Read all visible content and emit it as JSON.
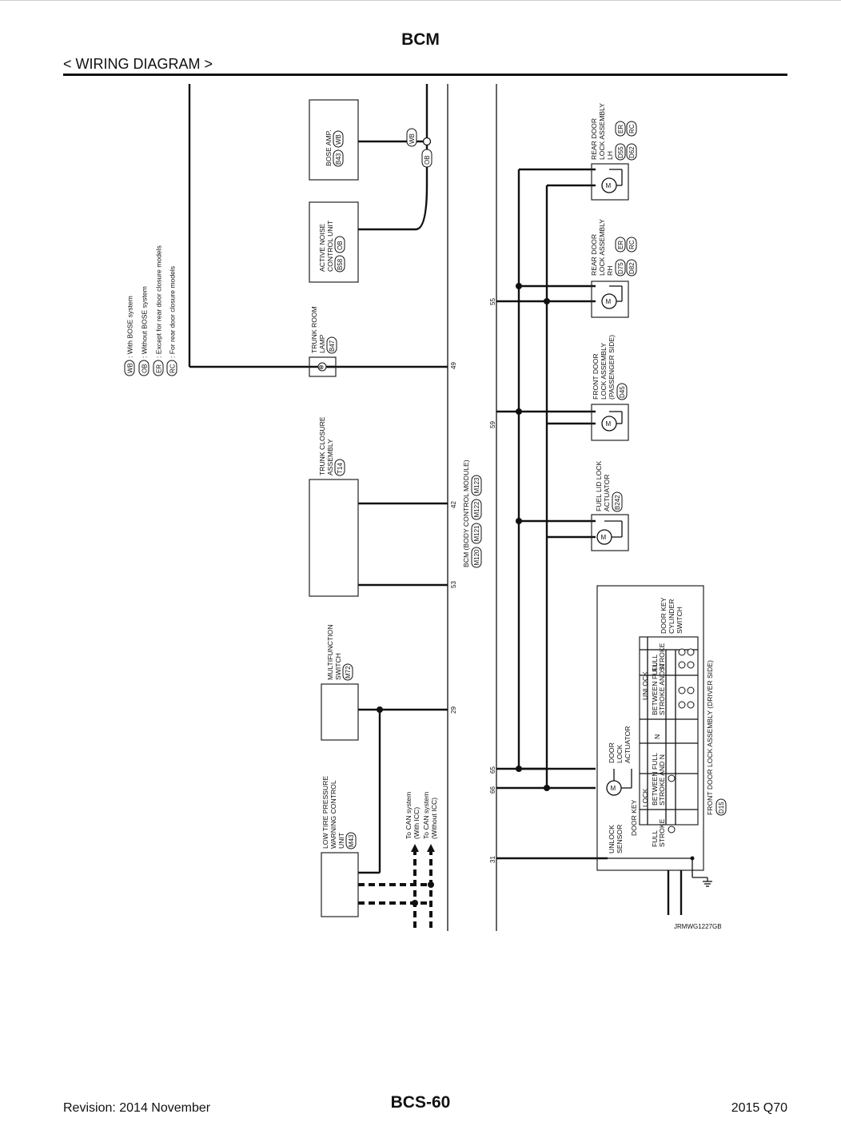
{
  "header": {
    "title": "BCM",
    "section": "< WIRING DIAGRAM >"
  },
  "footer": {
    "revision": "Revision: 2014 November",
    "page": "BCS-60",
    "model": "2015 Q70"
  },
  "legend": [
    {
      "code": "WB",
      "text": ": With BOSE system"
    },
    {
      "code": "OB",
      "text": ": Without BOSE system"
    },
    {
      "code": "ER",
      "text": ": Except for rear door closure models"
    },
    {
      "code": "RC",
      "text": ": For rear door closure models"
    }
  ],
  "components": {
    "bose_amp": {
      "lines": [
        "BOSE AMP."
      ],
      "connector": "B43",
      "tag": "WB"
    },
    "anc": {
      "lines": [
        "ACTIVE NOISE",
        "CONTROL UNIT"
      ],
      "connector": "B58",
      "tag": "OB"
    },
    "trunk_room_lamp": {
      "lines": [
        "TRUNK ROOM",
        "LAMP"
      ],
      "connector": "B47"
    },
    "trunk_closure": {
      "lines": [
        "TRUNK CLOSURE",
        "ASSEMBLY"
      ],
      "connector": "T14"
    },
    "multifunction_switch": {
      "lines": [
        "MULTIFUNCTION",
        "SWITCH"
      ],
      "connector": "M72"
    },
    "low_tire": {
      "lines": [
        "LOW TIRE PRESSURE",
        "WARNING CONTROL",
        "UNIT"
      ],
      "connector": "M43"
    },
    "can_icc": {
      "lines": [
        "To CAN system",
        "(With ICC)"
      ]
    },
    "can_noicc": {
      "lines": [
        "To CAN system",
        "(Without ICC)"
      ]
    },
    "bcm": {
      "label": "BCM (BODY CONTROL MODULE)",
      "connectors": [
        "M120",
        "M121",
        "M122",
        "M123"
      ]
    },
    "rear_door_lh": {
      "lines": [
        "REAR DOOR",
        "LOCK ASSEMBLY",
        "LH"
      ],
      "connectors": [
        [
          "D55",
          "ER"
        ],
        [
          "D62",
          "RC"
        ]
      ]
    },
    "rear_door_rh": {
      "lines": [
        "REAR DOOR",
        "LOCK ASSEMBLY",
        "RH"
      ],
      "connectors": [
        [
          "D75",
          "ER"
        ],
        [
          "D82",
          "RC"
        ]
      ]
    },
    "front_door_passenger": {
      "lines": [
        "FRONT DOOR",
        "LOCK ASSEMBLY",
        "(PASSENGER SIDE)"
      ],
      "connector": "D45"
    },
    "fuel_lid": {
      "lines": [
        "FUEL LID LOCK",
        "ACTUATOR"
      ],
      "connector": "B242"
    },
    "front_door_driver": {
      "label": "FRONT DOOR LOCK  ASSEMBLY (DRIVER SIDE)",
      "connector": "D15"
    },
    "door_key_switch": {
      "lines": [
        "DOOR KEY",
        "CYLINDER",
        "SWITCH"
      ]
    },
    "door_lock_actuator": {
      "lines": [
        "DOOR",
        "LOCK",
        "ACTUATOR"
      ]
    },
    "unlock_sensor": {
      "lines": [
        "UNLOCK",
        "SENSOR"
      ]
    },
    "switch_table": {
      "lock": "LOCK",
      "unlock": "UNLOCK",
      "neutral": "N",
      "full_stroke": [
        "FULL",
        "STROKE"
      ],
      "between": [
        "BETWEEN FULL",
        "STROKE AND N"
      ]
    }
  },
  "motor_symbol": "M",
  "lamp_symbol": "⊗",
  "pins": {
    "p49": "49",
    "p42": "42",
    "p53": "53",
    "p29": "29",
    "p55": "55",
    "p59": "59",
    "p65": "65",
    "p66": "66",
    "p31": "31"
  },
  "diagram_code": "JRMWG1227GB"
}
